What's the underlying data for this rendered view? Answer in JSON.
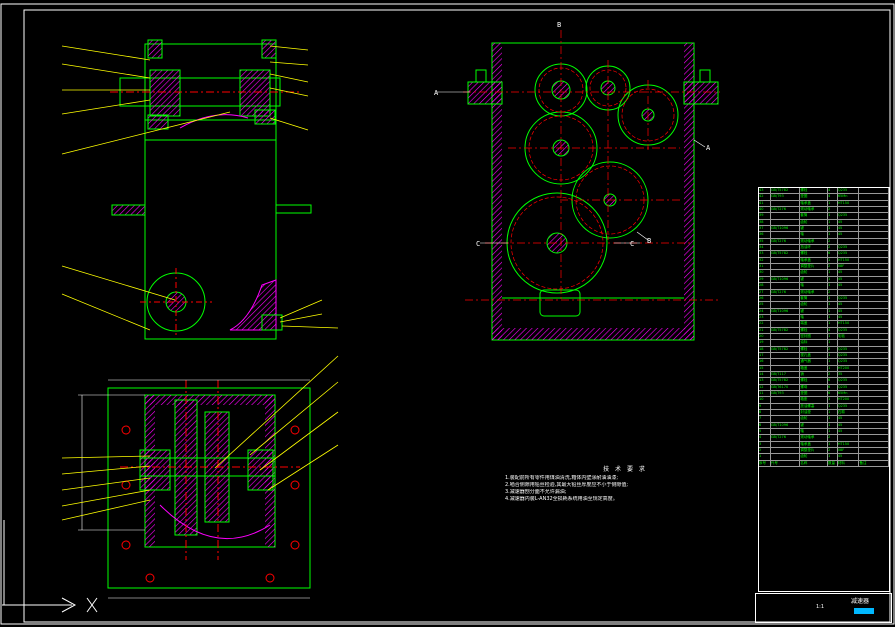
{
  "drawing": {
    "title": "减速器",
    "scale": "1:1",
    "section_labels": {
      "top": "B",
      "left": "A",
      "right": "A",
      "mid_left": "C",
      "mid_right": "C",
      "mid_right2": "B"
    }
  },
  "notes": {
    "title": "技 术 要 求",
    "items": [
      "1.装配前所有零件用煤油清洗,箱体内壁涂耐油油漆;",
      "2.啮合侧隙用铅丝检验,其最大铅丝厚度应不小于侧隙值;",
      "3.减速器剖分面不允许漏油;",
      "4.减速器内装L-AN32全损耗系统用油至规定高度。"
    ]
  },
  "bom": {
    "rows": [
      [
        "43",
        "GB/T5782",
        "螺栓",
        "4",
        "Q235",
        ""
      ],
      [
        "42",
        "GB/T93",
        "垫圈",
        "4",
        "65Mn",
        ""
      ],
      [
        "41",
        "",
        "轴承盖",
        "1",
        "HT150",
        ""
      ],
      [
        "40",
        "GB/T276",
        "滚动轴承",
        "2",
        "",
        ""
      ],
      [
        "39",
        "",
        "套筒",
        "1",
        "Q235",
        ""
      ],
      [
        "38",
        "",
        "齿轮",
        "1",
        "45",
        ""
      ],
      [
        "37",
        "GB/T1096",
        "键",
        "1",
        "45",
        ""
      ],
      [
        "36",
        "",
        "轴",
        "1",
        "45",
        ""
      ],
      [
        "35",
        "GB/T276",
        "滚动轴承",
        "2",
        "",
        ""
      ],
      [
        "34",
        "",
        "挡油环",
        "2",
        "Q235",
        ""
      ],
      [
        "33",
        "GB/T5782",
        "螺栓",
        "6",
        "Q235",
        ""
      ],
      [
        "32",
        "",
        "轴承盖",
        "1",
        "HT150",
        ""
      ],
      [
        "31",
        "",
        "调整垫片",
        "2",
        "08F",
        ""
      ],
      [
        "30",
        "",
        "齿轮",
        "1",
        "45",
        ""
      ],
      [
        "29",
        "GB/T1096",
        "键",
        "1",
        "45",
        ""
      ],
      [
        "28",
        "",
        "轴",
        "1",
        "45",
        ""
      ],
      [
        "27",
        "GB/T276",
        "滚动轴承",
        "2",
        "",
        ""
      ],
      [
        "26",
        "",
        "套筒",
        "1",
        "Q235",
        ""
      ],
      [
        "25",
        "",
        "齿轮",
        "1",
        "45",
        ""
      ],
      [
        "24",
        "GB/T1096",
        "键",
        "1",
        "45",
        ""
      ],
      [
        "23",
        "",
        "轴",
        "1",
        "45",
        ""
      ],
      [
        "22",
        "",
        "端盖",
        "1",
        "HT150",
        ""
      ],
      [
        "21",
        "GB/T5782",
        "螺栓",
        "4",
        "Q235",
        ""
      ],
      [
        "20",
        "",
        "密封圈",
        "1",
        "毛毡",
        ""
      ],
      [
        "19",
        "",
        "油标",
        "1",
        "",
        ""
      ],
      [
        "18",
        "GB/T5782",
        "螺栓",
        "2",
        "Q235",
        ""
      ],
      [
        "17",
        "",
        "视孔盖",
        "1",
        "Q235",
        ""
      ],
      [
        "16",
        "",
        "通气器",
        "1",
        "Q235",
        ""
      ],
      [
        "15",
        "",
        "箱盖",
        "1",
        "HT200",
        ""
      ],
      [
        "14",
        "GB/T117",
        "销",
        "2",
        "35",
        ""
      ],
      [
        "13",
        "GB/T5782",
        "螺栓",
        "6",
        "Q235",
        ""
      ],
      [
        "12",
        "GB/T6170",
        "螺母",
        "6",
        "Q235",
        ""
      ],
      [
        "11",
        "GB/T93",
        "垫圈",
        "6",
        "65Mn",
        ""
      ],
      [
        "10",
        "",
        "箱座",
        "1",
        "HT200",
        ""
      ],
      [
        "9",
        "",
        "放油螺塞",
        "1",
        "Q235",
        ""
      ],
      [
        "8",
        "",
        "封油垫",
        "1",
        "石棉",
        ""
      ],
      [
        "7",
        "",
        "齿轮",
        "1",
        "45",
        ""
      ],
      [
        "6",
        "GB/T1096",
        "键",
        "1",
        "45",
        ""
      ],
      [
        "5",
        "",
        "轴",
        "1",
        "45",
        ""
      ],
      [
        "4",
        "GB/T276",
        "滚动轴承",
        "2",
        "",
        ""
      ],
      [
        "3",
        "",
        "轴承盖",
        "1",
        "HT150",
        ""
      ],
      [
        "2",
        "",
        "调整垫片",
        "2",
        "08F",
        ""
      ],
      [
        "1",
        "",
        "齿轮",
        "1",
        "45",
        ""
      ]
    ],
    "header": [
      "序号",
      "代号",
      "名称",
      "数量",
      "材料",
      "备注"
    ]
  },
  "colors": {
    "outline": "#00ff00",
    "hatch": "#ff00ff",
    "center": "#ff0000",
    "leader": "#ffff00",
    "dim": "#ffffff",
    "cyan": "#00ffff"
  }
}
